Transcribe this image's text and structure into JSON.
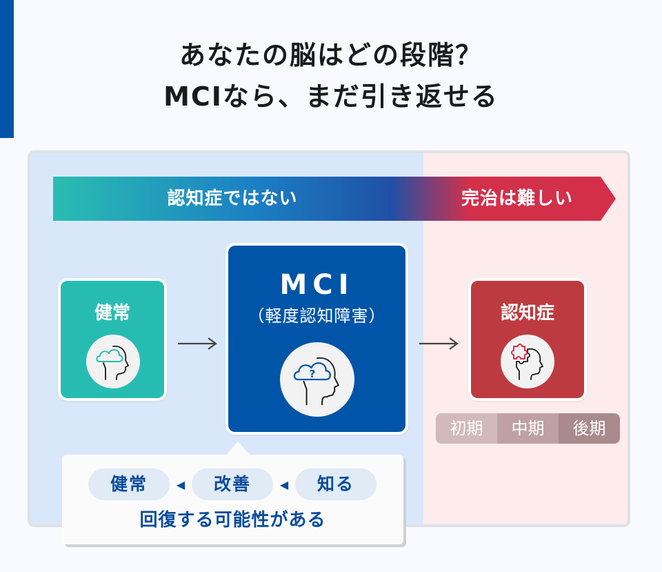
{
  "title": {
    "line1": "あなたの脳はどの段階？",
    "line2": "MCIなら、まだ引き返せる"
  },
  "band": {
    "left_label": "認知症ではない",
    "right_label": "完治は難しい"
  },
  "cards": {
    "normal": {
      "title": "健常",
      "icon": "head-cloud-icon"
    },
    "mci": {
      "title": "MCI",
      "subtitle": "（軽度認知障害）",
      "icon": "head-cloud-question-icon"
    },
    "dementia": {
      "title": "認知症",
      "icon": "head-puzzle-icon"
    }
  },
  "stages": [
    "初期",
    "中期",
    "後期"
  ],
  "bubble": {
    "pills": [
      "健常",
      "改善",
      "知る"
    ],
    "caption": "回復する可能性がある"
  },
  "colors": {
    "brand_blue": "#0055a8",
    "teal": "#27bcb2",
    "red": "#bd3b40",
    "band_red": "#d32f4b",
    "left_bg": "#d8e8fa",
    "right_bg": "#fdeceb"
  }
}
